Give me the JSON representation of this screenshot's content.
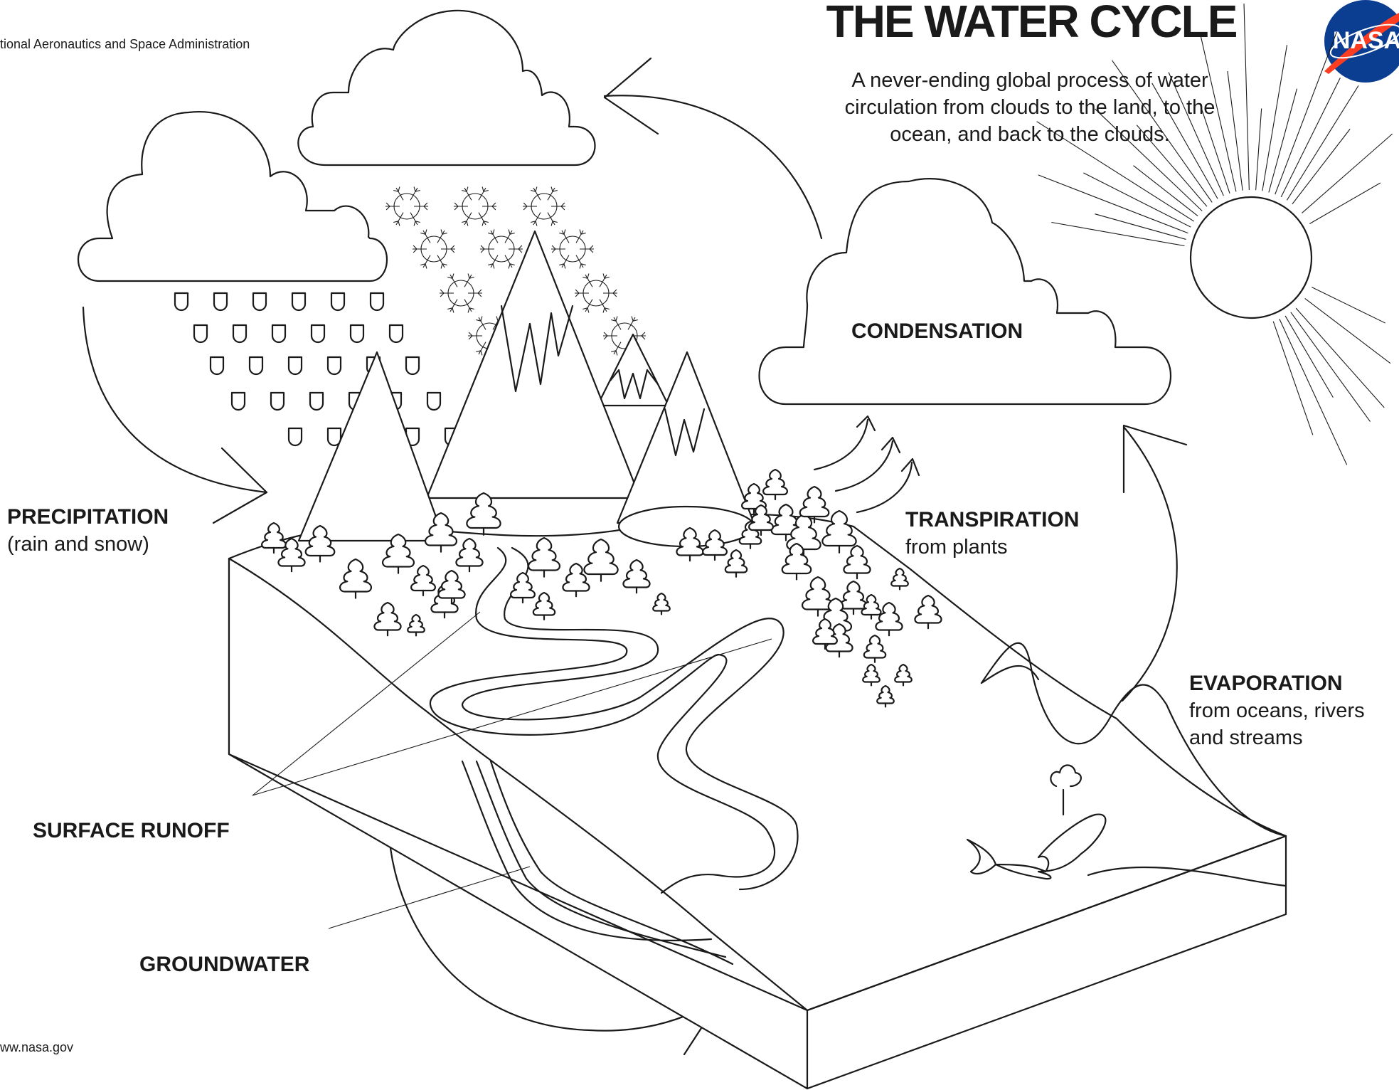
{
  "header": {
    "agency": "tional Aeronautics and Space Administration",
    "title": "THE WATER CYCLE",
    "subtitle_lines": [
      "A never-ending global process of water",
      "circulation from clouds to the land, to the",
      "ocean, and back to the clouds."
    ],
    "logo_text": "NASA"
  },
  "labels": {
    "precipitation": {
      "title": "PRECIPITATION",
      "detail": "(rain and snow)"
    },
    "condensation": {
      "title": "CONDENSATION"
    },
    "transpiration": {
      "title": "TRANSPIRATION",
      "detail": "from plants"
    },
    "evaporation": {
      "title": "EVAPORATION",
      "detail_lines": [
        "from oceans, rivers",
        "and streams"
      ]
    },
    "surface_runoff": {
      "title": "SURFACE RUNOFF"
    },
    "groundwater": {
      "title": "GROUNDWATER"
    }
  },
  "footer": {
    "url": "ww.nasa.gov"
  },
  "colors": {
    "ink": "#1a1a1a",
    "paper": "#ffffff",
    "logo_blue": "#0b3d91",
    "logo_red": "#fc3d21"
  }
}
